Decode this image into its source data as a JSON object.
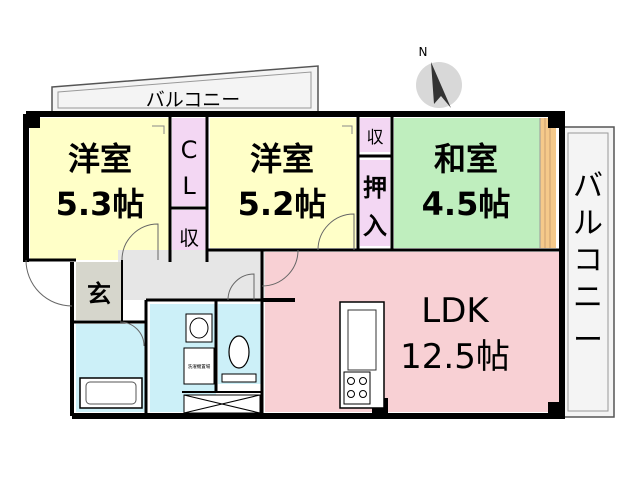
{
  "compass": {
    "north_label": "N"
  },
  "rooms": {
    "western_1": {
      "name": "洋室",
      "size": "5.3帖"
    },
    "western_2": {
      "name": "洋室",
      "size": "5.2帖"
    },
    "japanese": {
      "name": "和室",
      "size": "4.5帖"
    },
    "ldk": {
      "name": "LDK",
      "size": "12.5帖"
    },
    "closet_cl": {
      "line1": "C",
      "line2": "L"
    },
    "storage_1": "収",
    "storage_2": "収",
    "oshiire": {
      "line1": "押",
      "line2": "入"
    },
    "entrance": "玄"
  },
  "balconies": {
    "top": {
      "label": "バルコニー"
    },
    "right": {
      "chars": [
        "バ",
        "ル",
        "コ",
        "ニ",
        "ー"
      ]
    }
  },
  "washroom_note": "洗濯機置場"
}
